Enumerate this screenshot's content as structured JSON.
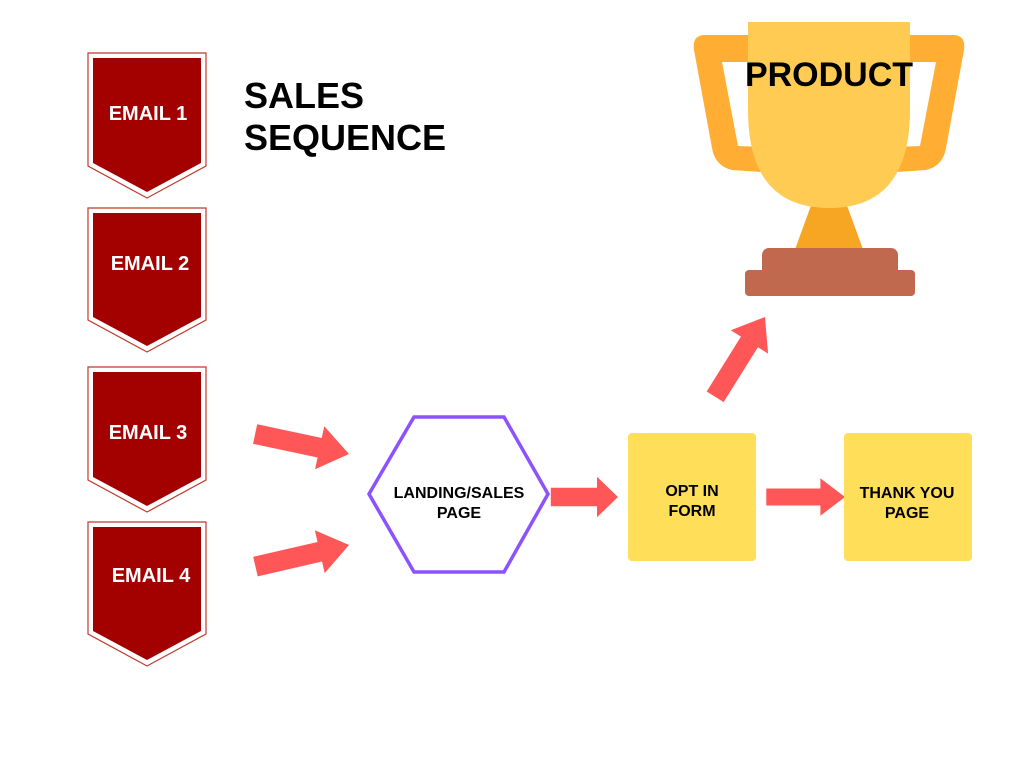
{
  "title": {
    "line1": "SALES",
    "line2": "SEQUENCE"
  },
  "emails": [
    {
      "label": "EMAIL 1"
    },
    {
      "label": "EMAIL 2"
    },
    {
      "label": "EMAIL 3"
    },
    {
      "label": "EMAIL 4"
    }
  ],
  "landing": {
    "line1": "LANDING/SALES",
    "line2": "PAGE"
  },
  "optin": {
    "line1": "OPT IN",
    "line2": "FORM"
  },
  "thankyou": {
    "line1": "THANK YOU",
    "line2": "PAGE"
  },
  "product": {
    "label": "PRODUCT"
  },
  "colors": {
    "email_fill": "#a30000",
    "email_outline": "#c0392b",
    "arrow": "#ff5757",
    "hexagon_stroke": "#8c52ff",
    "box_fill": "#ffde59",
    "trophy_gold": "#ffcb52",
    "trophy_handle": "#ffad33",
    "trophy_stem": "#f7a623",
    "trophy_base": "#c1694f"
  }
}
